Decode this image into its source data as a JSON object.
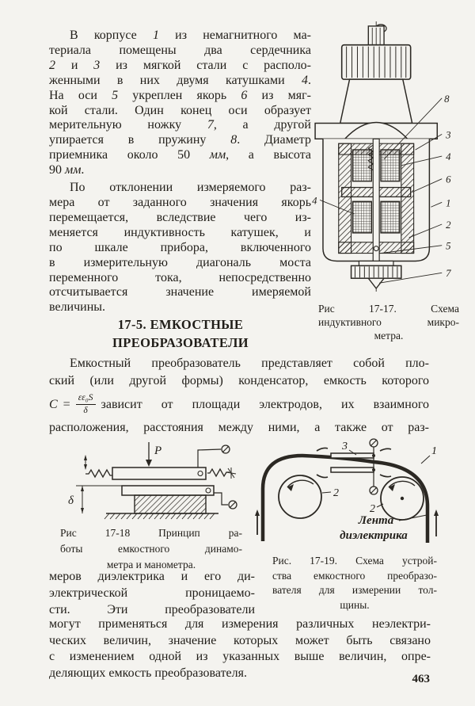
{
  "page": {
    "number": "463"
  },
  "para1": {
    "lines": [
      "В корпусе *1* из немагнитного ма-",
      "териала помещены два сердечника",
      "*2* и *3* из мягкой стали с располо-",
      "женными в них двумя катушками *4*.",
      "На оси *5* укреплен якорь *6* из мяг-",
      "кой стали. Один конец оси образует",
      "мерительную ножку *7*, а другой",
      "упирается в пружину *8*. Диаметр",
      "приемника около 50 *мм*, а высота",
      "90 *мм*."
    ]
  },
  "para2": {
    "lines": [
      "По отклонении измеряемого раз-",
      "мера от заданного значения якорь",
      "перемещается, вследствие чего из-",
      "меняется индуктивность катушек, и",
      "по шкале прибора, включенного",
      "в измерительную диагональ моста",
      "переменного тока, непосредственно",
      "отсчитывается значение имеряемой",
      "величины."
    ]
  },
  "section": {
    "heading_lines": [
      "17-5. ЕМКОСТНЫЕ",
      "ПРЕОБРАЗОВАТЕЛИ"
    ]
  },
  "para3": {
    "line1": "Емкостный преобразователь представляет собой пло-",
    "line2": "ский (или другой формы) конденсатор, емкость которого",
    "formula": {
      "lhs": "C",
      "eq": "=",
      "num": "εε₀S",
      "den": "δ"
    },
    "line3_rest": "зависит от площади электродов, их взаимного",
    "line4": "расположения, расстояния между ними, а также от раз-"
  },
  "fig17_17": {
    "caption_lines": [
      "Рис 17-17. Схема",
      "индуктивного микро-",
      "метра."
    ],
    "right_labels": [
      "8",
      "3",
      "4",
      "6",
      "1",
      "2",
      "5",
      "7"
    ],
    "left_label": "4"
  },
  "fig17_18": {
    "caption_lines": [
      "Рис 17-18 Принцип ра-",
      "боты емкостного динамо-",
      "метра и манометра."
    ],
    "force_label": "P",
    "gap_label": "δ"
  },
  "fig17_19": {
    "caption_lines": [
      "Рис. 17-19. Схема устрой-",
      "ства емкостного преобразо-",
      "вателя для измерении тол-",
      "щины."
    ],
    "plates_label": "3",
    "band_label": "1",
    "roller_left_label": "2",
    "roller_right_label": "2",
    "tape_label_line1": "Лента",
    "tape_label_line2": "диэлектрика"
  },
  "para4": {
    "lines": [
      "меров диэлектрика и его ди-",
      "электрической проницаемо-",
      "сти. Эти преобразователи"
    ]
  },
  "para5": {
    "lines": [
      "могут применяться для измерения различных неэлектри-",
      "ческих величин, значение которых может быть связано",
      "с изменением одной из указанных выше величин, опре-",
      "деляющих емкость преобразователя."
    ]
  }
}
